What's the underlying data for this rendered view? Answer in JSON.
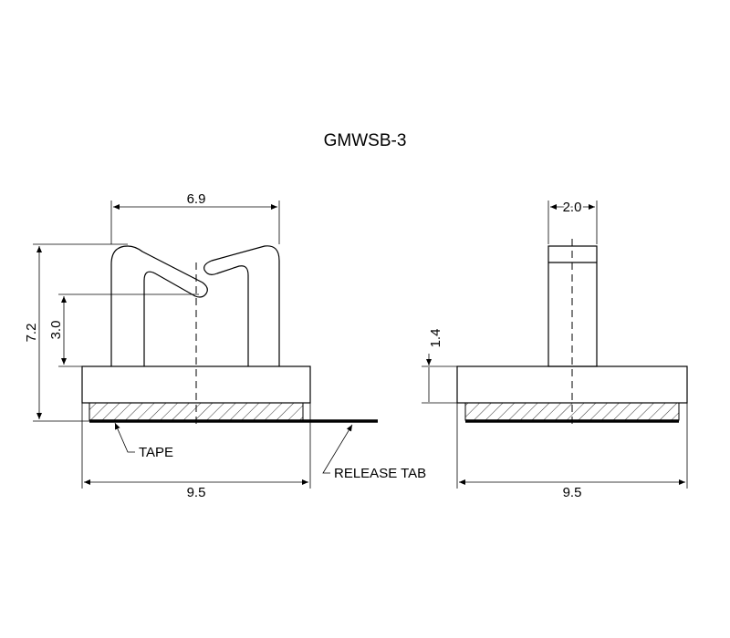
{
  "title": "GMWSB-3",
  "front_view": {
    "dim_top_width": "6.9",
    "dim_total_height": "7.2",
    "dim_slot_height": "3.0",
    "dim_base_width": "9.5",
    "label_tape": "TAPE",
    "label_release_tab": "RELEASE TAB"
  },
  "side_view": {
    "dim_post_width": "2.0",
    "dim_base_height": "1.4",
    "dim_base_width": "9.5"
  }
}
